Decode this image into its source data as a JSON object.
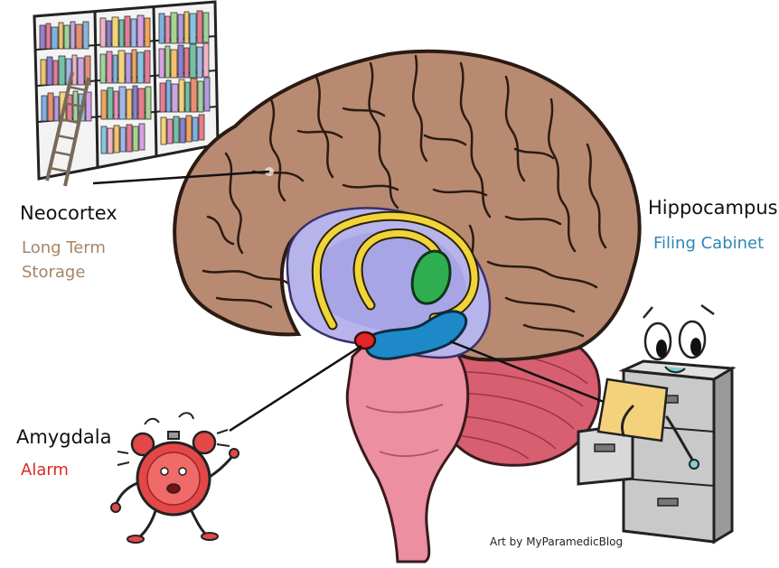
{
  "labels": {
    "neocortex": {
      "title": "Neocortex",
      "subtitle": "Long Term Storage",
      "subtitle_color": "#a78465"
    },
    "hippocampus": {
      "title": "Hippocampus",
      "subtitle": "Filing Cabinet",
      "subtitle_color": "#2f86b5"
    },
    "amygdala": {
      "title": "Amygdala",
      "subtitle": "Alarm",
      "subtitle_color": "#e02626"
    }
  },
  "credit": "Art by MyParamedicBlog",
  "colors": {
    "cortex": "#b98a72",
    "limbic_region": "#b7b4ec",
    "fornix": "#f1d43a",
    "thalamus_green": "#2fae4f",
    "hippocampus_blue": "#1e89c8",
    "amygdala_red": "#e02626",
    "brainstem": "#ec8fa0",
    "cerebellum": "#d85f70"
  },
  "icons": [
    "bookshelf-icon",
    "alarm-clock-icon",
    "filing-cabinet-icon"
  ]
}
